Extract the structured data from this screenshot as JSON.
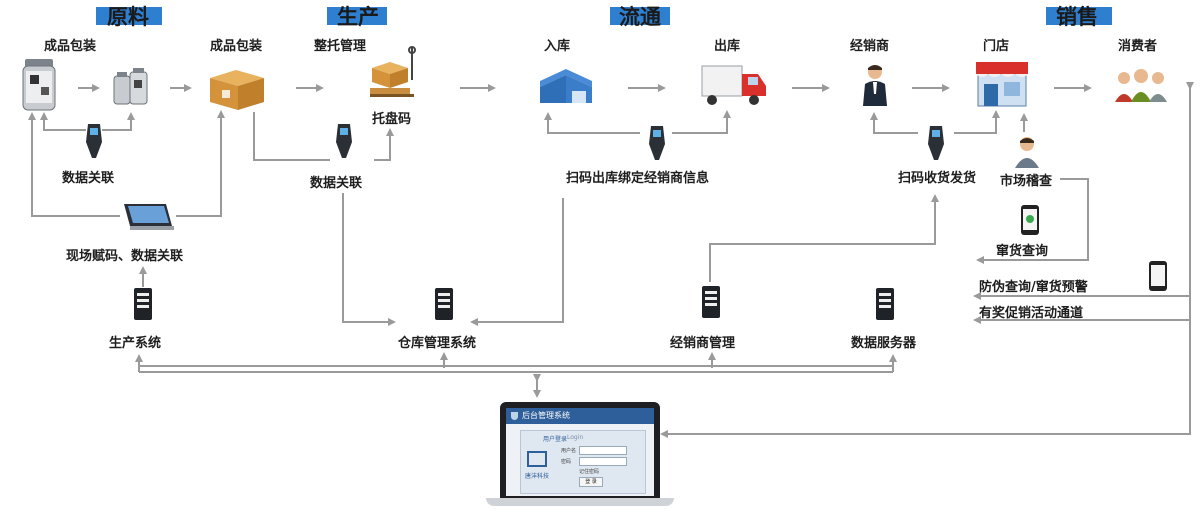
{
  "sections": {
    "raw": "原料",
    "production": "生产",
    "circulation": "流通",
    "sales": "销售"
  },
  "nodes": {
    "finished_pack_1": "成品包装",
    "finished_pack_2": "成品包装",
    "pallet_mgmt": "整托管理",
    "inbound": "入库",
    "outbound": "出库",
    "distributor": "经销商",
    "store": "门店",
    "consumer": "消费者",
    "pallet_code": "托盘码"
  },
  "steps": {
    "data_link_1": "数据关联",
    "data_link_2": "数据关联",
    "onsite_code": "现场赋码、数据关联",
    "scan_outbound": "扫码出库绑定经销商信息",
    "scan_receive": "扫码收货发货",
    "market_inspect": "市场稽查",
    "diversion_query": "窜货查询",
    "anticounterfeit": "防伪查询/窜货预警",
    "promo_channel": "有奖促销活动通道"
  },
  "systems": {
    "production": "生产系统",
    "warehouse": "仓库管理系统",
    "distributor_mgmt": "经销商管理",
    "data_server": "数据服务器"
  },
  "laptop": {
    "title": "后台管理系统",
    "login_title": "用户登录",
    "login_title_en": "Login",
    "user_label": "用户名",
    "pass_label": "密码",
    "remember": "记住密码",
    "login_btn": "登 录",
    "brand": "唐沣科技"
  },
  "colors": {
    "section_bar": "#2f7fd1",
    "arrow": "#9a9a9a"
  },
  "icons": {
    "scanner": "handheld-scanner-icon",
    "server": "server-tower-icon",
    "phone": "smartphone-icon"
  }
}
